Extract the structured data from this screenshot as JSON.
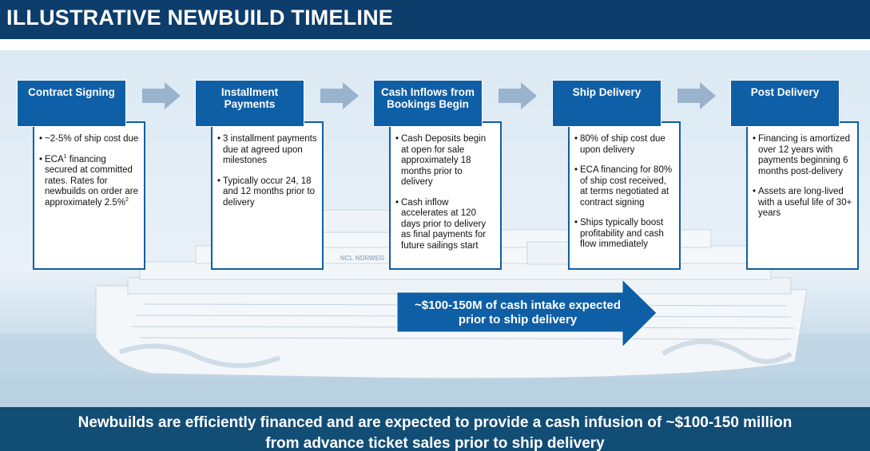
{
  "header": {
    "title": "ILLUSTRATIVE NEWBUILD TIMELINE"
  },
  "steps": [
    {
      "title": "Contract Signing",
      "bullets": [
        "~2-5% of ship cost due",
        "ECA financing secured at committed rates. Rates for newbuilds on order are approximately 2.5%"
      ]
    },
    {
      "title": "Installment Payments",
      "bullets": [
        "3 installment payments due at agreed upon milestones",
        "Typically occur 24, 18 and 12 months prior to delivery"
      ]
    },
    {
      "title": "Cash Inflows from Bookings Begin",
      "bullets": [
        "Cash Deposits begin at open for sale approximately 18 months prior to delivery",
        "Cash inflow accelerates at 120 days prior to delivery as final payments for future sailings start"
      ]
    },
    {
      "title": "Ship Delivery",
      "bullets": [
        "80% of ship cost due upon delivery",
        "ECA financing for 80% of ship cost received, at terms negotiated at contract signing",
        "Ships typically boost profitability and cash flow immediately"
      ]
    },
    {
      "title": "Post Delivery",
      "bullets": [
        "Financing is amortized over 12 years with payments beginning 6 months post-delivery",
        "Assets are long-lived with a useful life of 30+ years"
      ]
    }
  ],
  "footnotes": {
    "eca": "1",
    "rate": "2"
  },
  "cash_arrow": {
    "line1": "~$100-150M of cash intake expected",
    "line2": "prior to ship delivery"
  },
  "ship_label": "NCL NORWEG",
  "footer": {
    "line1": "Newbuilds are efficiently financed and are expected to provide a cash infusion of ~$100-150 million",
    "line2": "from advance ticket sales prior to ship delivery"
  },
  "colors": {
    "header_bg": "#0d3d6b",
    "step_blue": "#0f5fa6",
    "arrow_gray": "#9ab3cc",
    "footer_bg": "#124d76"
  }
}
